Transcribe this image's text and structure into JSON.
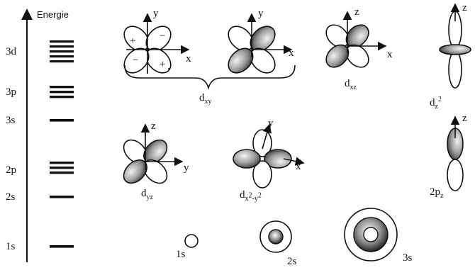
{
  "diagram": {
    "energy_axis_title": "Energie",
    "levels": [
      {
        "label": "3d",
        "lines": 5
      },
      {
        "label": "3p",
        "lines": 3
      },
      {
        "label": "3s",
        "lines": 1
      },
      {
        "label": "2p",
        "lines": 3
      },
      {
        "label": "2s",
        "lines": 1
      },
      {
        "label": "1s",
        "lines": 1
      }
    ],
    "orbitals": {
      "dxy": {
        "base": "d",
        "sub": "xy",
        "axes": [
          "x",
          "y"
        ],
        "signs": [
          "+",
          "−",
          "−",
          "+"
        ]
      },
      "dxz": {
        "base": "d",
        "sub": "xz",
        "axes": [
          "x",
          "z"
        ]
      },
      "dz2": {
        "base": "d",
        "sub": "z",
        "sup": "2",
        "axes": [
          "z"
        ]
      },
      "dyz": {
        "base": "d",
        "sub": "yz",
        "axes": [
          "y",
          "z"
        ]
      },
      "dx2y2": {
        "base": "d",
        "sub_a": "x",
        "sup_a": "2",
        "sub_dash": "-y",
        "sup_b": "2",
        "axes": [
          "x",
          "y"
        ]
      },
      "p2z": {
        "base": "2p",
        "sub": "z",
        "axes": [
          "z"
        ]
      },
      "s1": {
        "label": "1s"
      },
      "s2": {
        "label": "2s"
      },
      "s3": {
        "label": "3s"
      }
    }
  }
}
